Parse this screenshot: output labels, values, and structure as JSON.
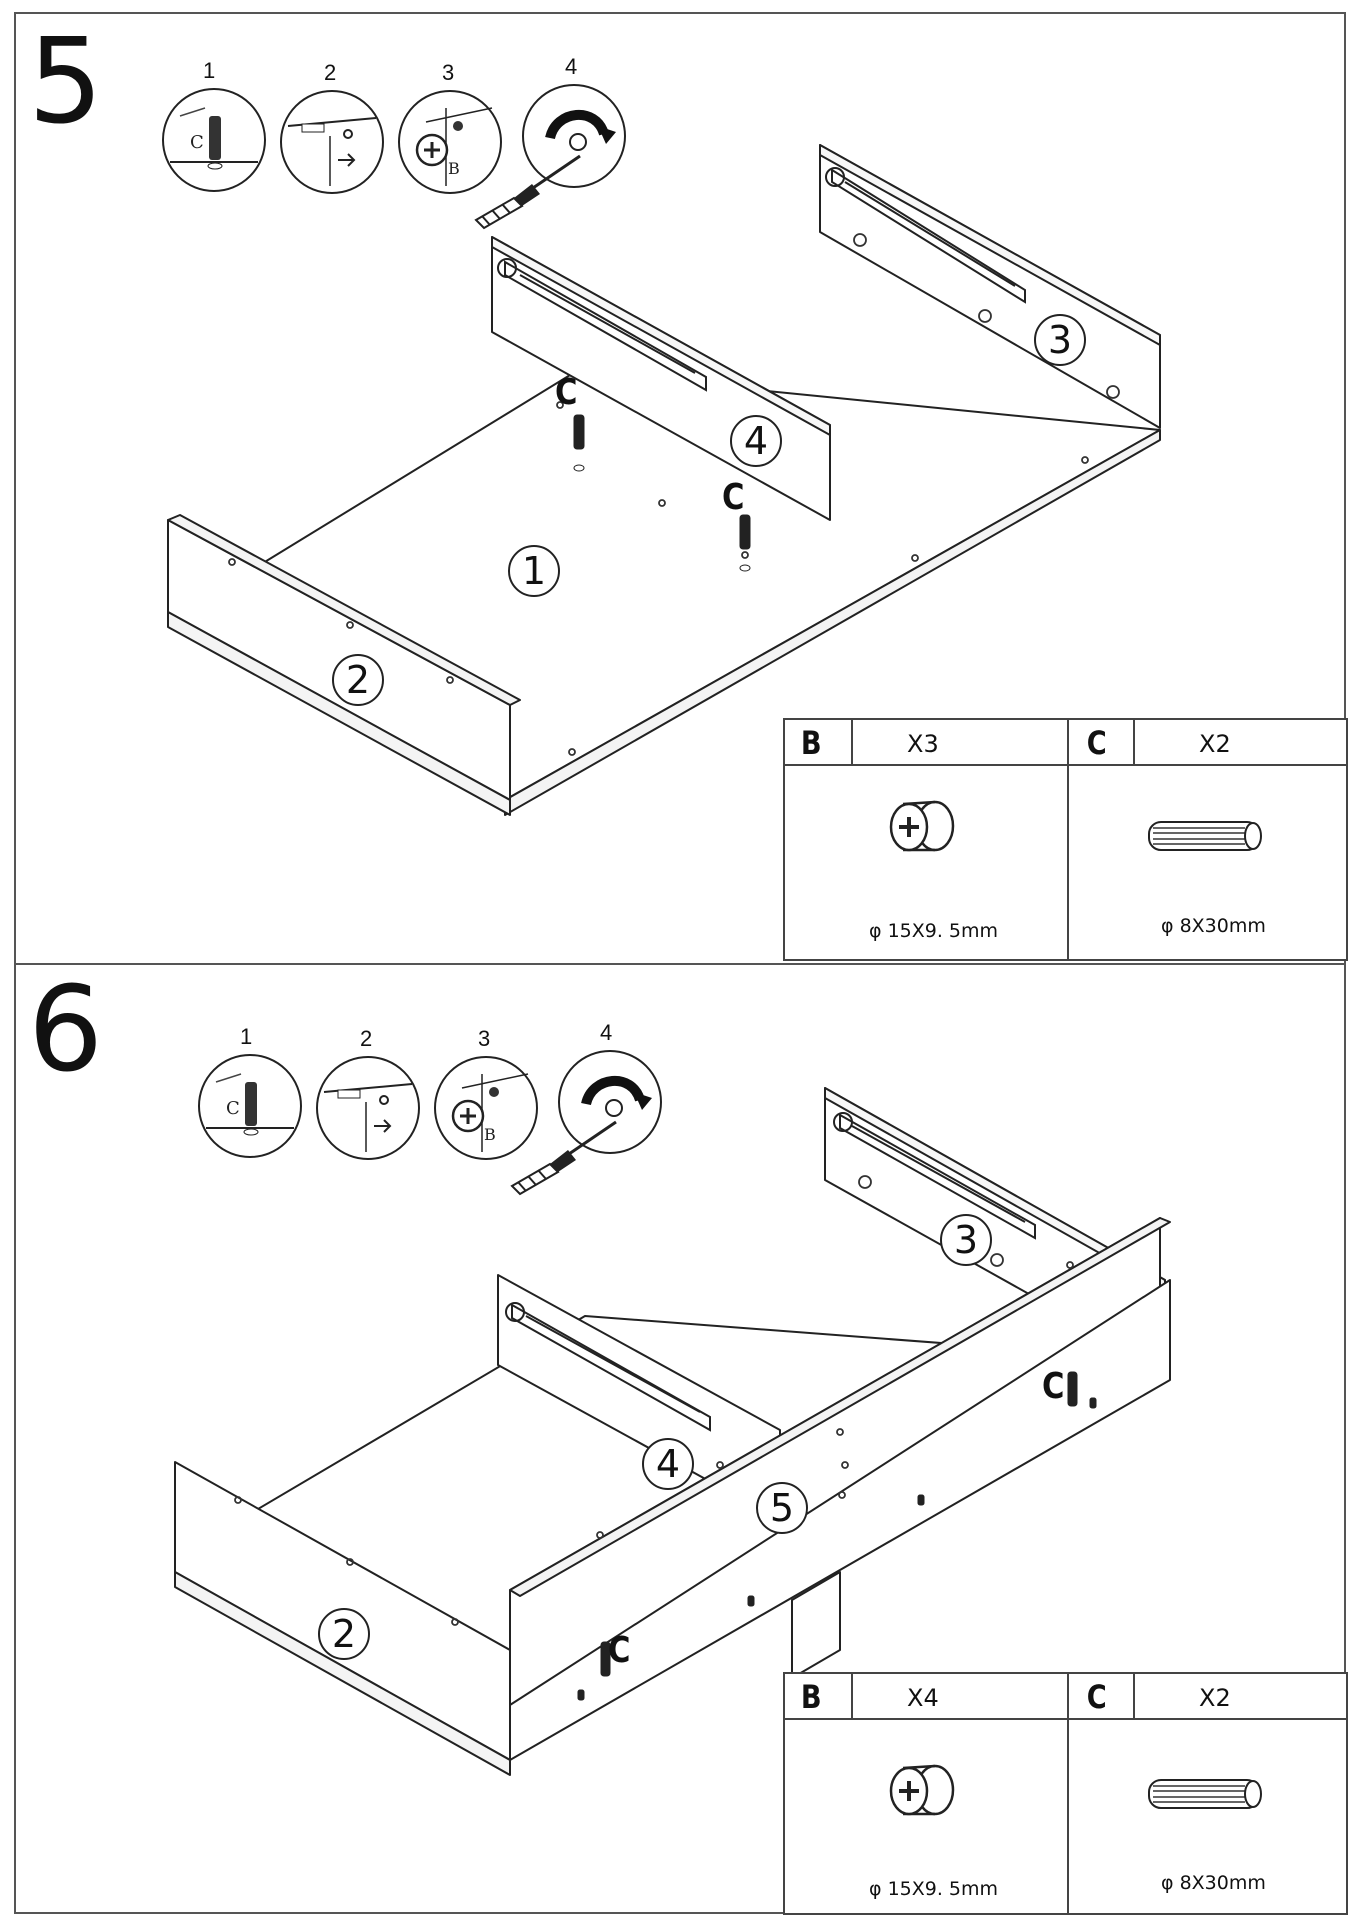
{
  "steps": [
    {
      "number": "5",
      "sub_steps": [
        "1",
        "2",
        "3",
        "4"
      ],
      "callout_letters": {
        "dowel": "C",
        "cam": "B"
      },
      "panels": [
        "1",
        "2",
        "3",
        "4"
      ],
      "part_markers": [
        "C",
        "C"
      ],
      "parts": [
        {
          "letter": "B",
          "qty": "X3",
          "spec": "φ 15X9. 5mm",
          "icon": "cam-lock-icon"
        },
        {
          "letter": "C",
          "qty": "X2",
          "spec": "φ 8X30mm",
          "icon": "wood-dowel-icon"
        }
      ]
    },
    {
      "number": "6",
      "sub_steps": [
        "1",
        "2",
        "3",
        "4"
      ],
      "callout_letters": {
        "dowel": "C",
        "cam": "B"
      },
      "panels": [
        "2",
        "3",
        "4",
        "5"
      ],
      "part_markers": [
        "C",
        "C"
      ],
      "parts": [
        {
          "letter": "B",
          "qty": "X4",
          "spec": "φ 15X9. 5mm",
          "icon": "cam-lock-icon"
        },
        {
          "letter": "C",
          "qty": "X2",
          "spec": "φ 8X30mm",
          "icon": "wood-dowel-icon"
        }
      ]
    }
  ]
}
